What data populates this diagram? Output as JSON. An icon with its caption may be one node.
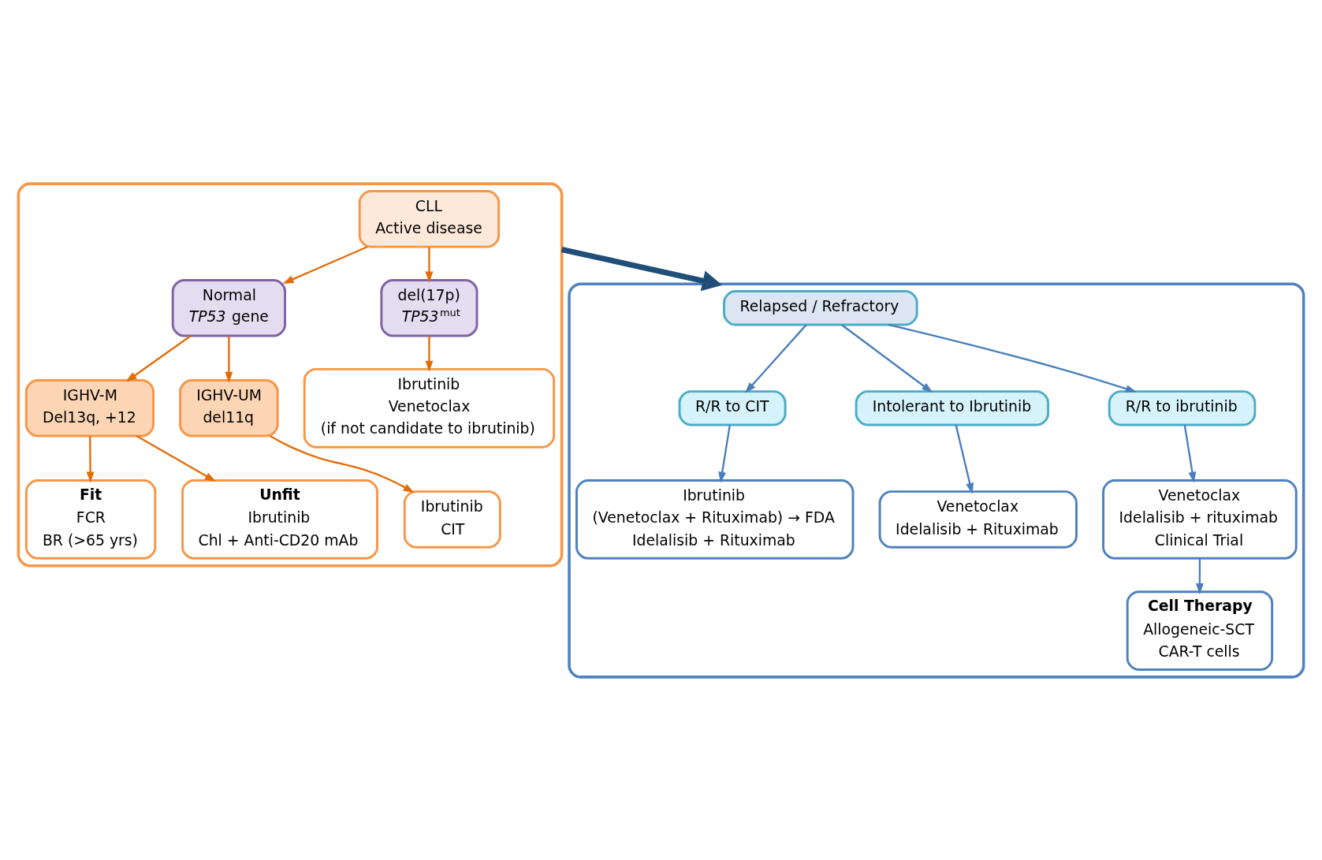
{
  "diagram": {
    "nodes": [
      {
        "text": [],
        "shape": "box"
      },
      {
        "text": [
          "CLL",
          "Active disease"
        ],
        "in": 0
      },
      {
        "text": [
          "Normal",
          "*TP53* gene"
        ],
        "in": 0
      },
      {
        "text": [
          "del(17p)",
          "*TP53*$^{mut}$"
        ],
        "in": 0
      },
      {
        "text": [
          "IGHV-M",
          "Del13q, +12"
        ],
        "in": 0
      },
      {
        "text": [
          "IGHV-UM",
          "del11q"
        ],
        "in": 0
      },
      {
        "text": [
          "Fit",
          "FCR",
          "BR (>65 yrs)"
        ],
        "in": 0
      },
      {
        "text": [
          "Unfit",
          "Ibrutinib",
          "Chl + Anti-CD20 mAb"
        ],
        "in": 0
      },
      {
        "text": [
          "Ibrutinib",
          "CIT"
        ],
        "in": 0
      },
      {
        "text": [
          "Ibrutinib",
          "Venetoclax",
          "(if not candidate to ibrutinib)"
        ],
        "in": 0
      },
      {
        "text": [],
        "shape": "box"
      },
      {
        "text": [
          "Relapsed / Refractory"
        ],
        "in": 10
      },
      {
        "text": [
          "R/R to CIT"
        ],
        "in": 10
      },
      {
        "text": [
          "Intolerant to Ibrutinib"
        ],
        "in": 10
      },
      {
        "text": [
          "R/R to ibrutinib"
        ],
        "in": 10
      },
      {
        "text": [
          "Ibrutinib",
          "(Venetoclax + Rituximab) → FDA",
          "Idelalisib + Rituximab"
        ],
        "in": 10
      },
      {
        "text": [
          "Venetoclax",
          "Idelalisib + Rituximab"
        ],
        "in": 10
      },
      {
        "text": [
          "Venetoclax",
          "Idelalisib + rituximab",
          "Clinical Trial"
        ],
        "in": 10
      },
      {
        "text": [
          "Cell Therapy",
          "Allogeneic-SCT",
          "CAR-T cells"
        ],
        "in": 10
      }
    ],
    "edges": [
      {
        "from": 1,
        "to": 2,
        "arrow": "to",
        "color": "#e36c09"
      },
      {
        "from": 1,
        "to": 3,
        "arrow": "to",
        "color": "#e36c09"
      },
      {
        "from": 2,
        "to": 4,
        "arrow": "to",
        "color": "#e36c09"
      },
      {
        "from": 2,
        "to": 5,
        "arrow": "to",
        "color": "#e36c09"
      },
      {
        "from": 4,
        "to": 6,
        "arrow": "to",
        "color": "#e36c09"
      },
      {
        "from": 4,
        "to": 7,
        "arrow": "to",
        "color": "#e36c09"
      },
      {
        "from": 5,
        "to": 8,
        "arrow": "to",
        "color": "#e36c09"
      },
      {
        "from": 3,
        "to": 9,
        "arrow": "to",
        "color": "#e36c09"
      },
      {
        "from": 0,
        "to": 10,
        "arrow": "to",
        "style": "thick",
        "color": "#1f4e79"
      },
      {
        "from": 11,
        "to": 12,
        "arrow": "to",
        "color": "#4a7ebb"
      },
      {
        "from": 11,
        "to": 13,
        "arrow": "to",
        "color": "#4a7ebb"
      },
      {
        "from": 11,
        "to": 14,
        "arrow": "to",
        "color": "#4a7ebb"
      },
      {
        "from": 12,
        "to": 15,
        "arrow": "to",
        "color": "#4a7ebb"
      },
      {
        "from": 13,
        "to": 16,
        "arrow": "to",
        "color": "#4a7ebb"
      },
      {
        "from": 14,
        "to": 17,
        "arrow": "to",
        "color": "#4a7ebb"
      },
      {
        "from": 17,
        "to": 18,
        "arrow": "to",
        "color": "#4a7ebb"
      }
    ]
  }
}
